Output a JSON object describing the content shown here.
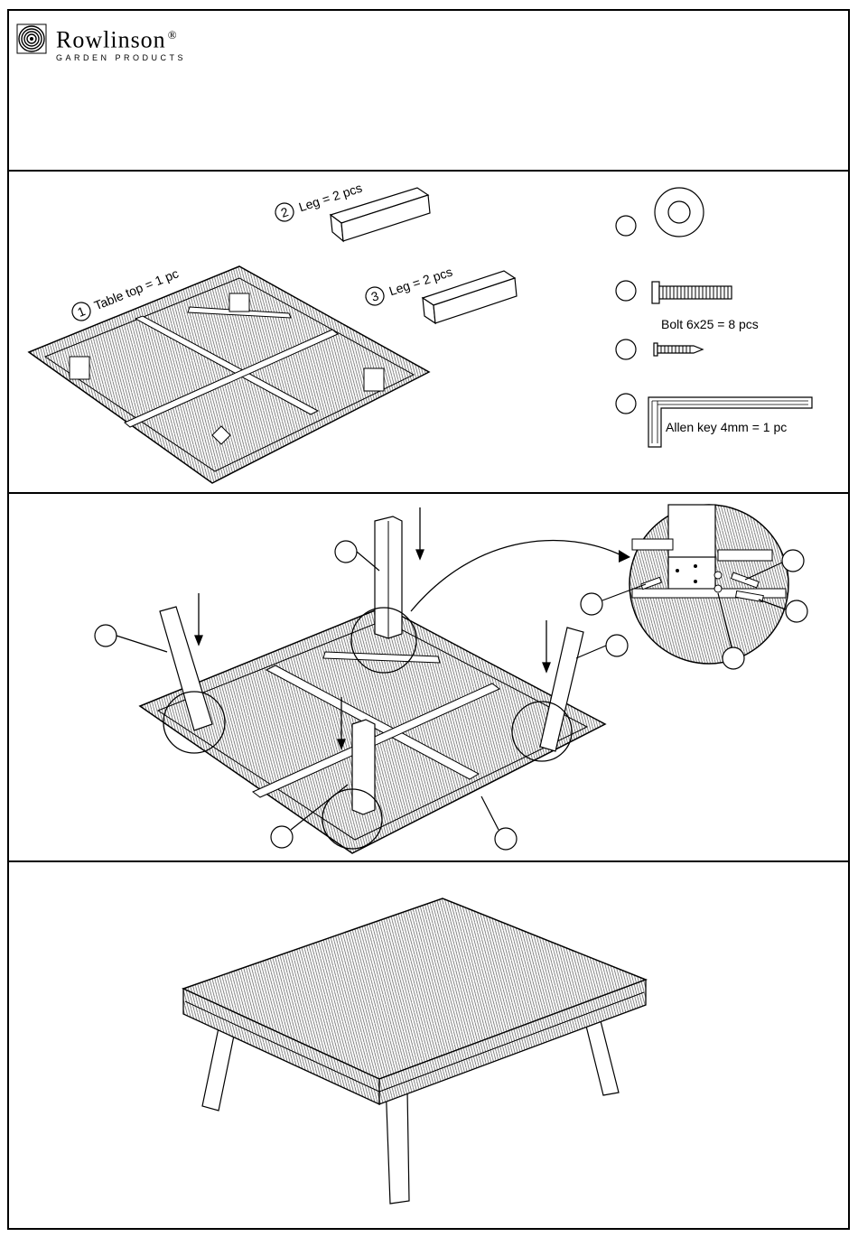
{
  "brand": {
    "name": "Rowlinson",
    "registered": "®",
    "tagline": "GARDEN PRODUCTS",
    "mark_icon": "concentric-rings-logo-icon"
  },
  "parts": {
    "table_top": {
      "number": "1",
      "label": "Table top = 1 pc"
    },
    "leg_a": {
      "number": "2",
      "label": "Leg = 2 pcs"
    },
    "leg_b": {
      "number": "3",
      "label": "Leg = 2 pcs"
    },
    "hardware": [
      {
        "icon": "washer-icon",
        "label": ""
      },
      {
        "icon": "bolt-icon",
        "label": "Bolt 6x25 = 8 pcs"
      },
      {
        "icon": "screw-icon",
        "label": ""
      },
      {
        "icon": "allen-key-icon",
        "label": "Allen key 4mm = 1 pc"
      }
    ]
  },
  "colors": {
    "line": "#000000",
    "background": "#ffffff",
    "hatch": "#555555"
  }
}
